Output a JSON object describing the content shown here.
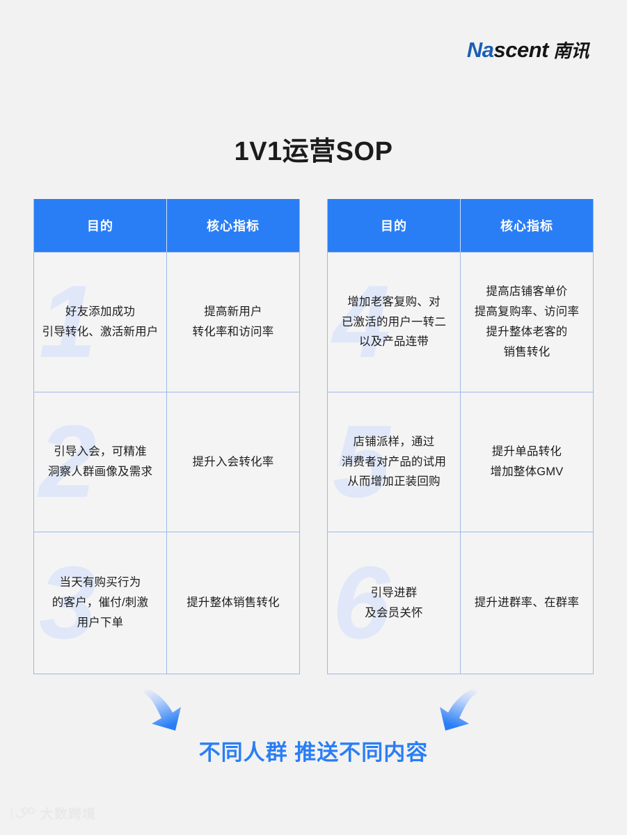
{
  "brand": {
    "logo_primary": "Na",
    "logo_secondary": "scent",
    "logo_cn": "南讯",
    "accent_blue": "#2a7ef5",
    "logo_blue": "#1a5fb4"
  },
  "title": "1V1运营SOP",
  "table_headers": {
    "purpose": "目的",
    "metric": "核心指标"
  },
  "tables": [
    {
      "id": "left",
      "rows": [
        {
          "number": "1",
          "purpose": "好友添加成功\n引导转化、激活新用户",
          "metric": "提高新用户\n转化率和访问率"
        },
        {
          "number": "2",
          "purpose": "引导入会，可精准\n洞察人群画像及需求",
          "metric": "提升入会转化率"
        },
        {
          "number": "3",
          "purpose": "当天有购买行为\n的客户，催付/刺激\n用户下单",
          "metric": "提升整体销售转化"
        }
      ]
    },
    {
      "id": "right",
      "rows": [
        {
          "number": "4",
          "purpose": "增加老客复购、对\n已激活的用户一转二\n以及产品连带",
          "metric": "提高店铺客单价\n提高复购率、访问率\n提升整体老客的\n销售转化"
        },
        {
          "number": "5",
          "purpose": "店铺派样，通过\n消费者对产品的试用\n从而增加正装回购",
          "metric": "提升单品转化\n增加整体GMV"
        },
        {
          "number": "6",
          "purpose": "引导进群\n及会员关怀",
          "metric": "提升进群率、在群率"
        }
      ]
    }
  ],
  "slogan": "不同人群  推送不同内容",
  "watermark": {
    "text": "大数跨境"
  }
}
